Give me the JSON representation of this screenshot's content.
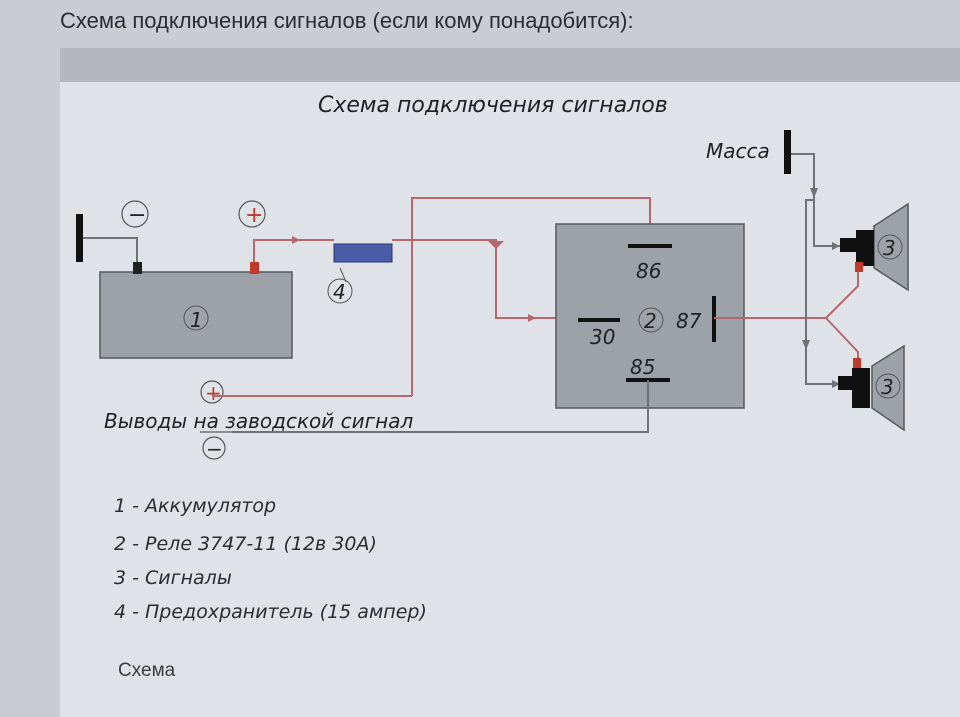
{
  "post": {
    "header": "Схема подключения сигналов (если кому понадобится):",
    "caption": "Схема"
  },
  "diagram": {
    "title": "Схема подключения сигналов",
    "battery": {
      "number": "1",
      "minus": "−",
      "plus": "+"
    },
    "fuse": {
      "number": "4"
    },
    "relay": {
      "number": "2",
      "pin_86": "86",
      "pin_30": "30",
      "pin_87": "87",
      "pin_85": "85"
    },
    "ground_label": "Масса",
    "horn_number": "3",
    "factory_leads": {
      "label": "Выводы на заводской сигнал",
      "plus": "+",
      "minus": "−"
    },
    "legend": [
      "1 - Аккумулятор",
      "2 - Реле 3747-11 (12в 30А)",
      "3 - Сигналы",
      "4 - Предохранитель (15 ампер)"
    ]
  },
  "colors": {
    "wire_red": "#b5696e",
    "wire_gray": "#6e7378",
    "body_fill": "#9da2a8",
    "terminal_red": "#c0392b",
    "fuse_blue": "#4a5ba8"
  }
}
